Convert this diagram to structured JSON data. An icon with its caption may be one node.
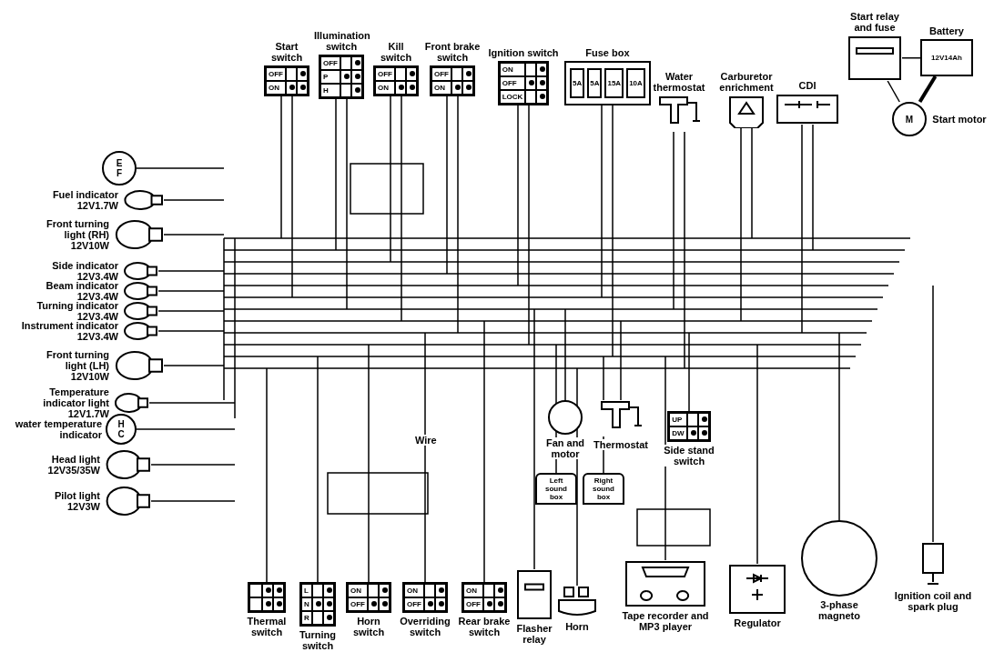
{
  "diagram": {
    "nodes": [
      {
        "text": [
          "Start switch",
          "OFF",
          "ON"
        ]
      },
      {
        "text": [
          "Illumination switch",
          "OFF",
          "P",
          "H"
        ]
      },
      {
        "text": [
          "Kill switch",
          "OFF",
          "ON"
        ]
      },
      {
        "text": [
          "Front brake switch",
          "OFF",
          "ON"
        ]
      },
      {
        "text": [
          "Ignition switch",
          "ON",
          "OFF",
          "LOCK"
        ]
      },
      {
        "text": [
          "Fuse box",
          "5A",
          "5A",
          "15A",
          "10A"
        ]
      },
      {
        "text": [
          "Water thermostat"
        ]
      },
      {
        "text": [
          "Carburetor enrichment"
        ]
      },
      {
        "text": [
          "CDI"
        ]
      },
      {
        "text": [
          "Start relay and fuse"
        ]
      },
      {
        "text": [
          "Battery",
          "12V14Ah"
        ]
      },
      {
        "text": [
          "M",
          "Start motor"
        ]
      },
      {
        "text": [
          "E",
          "F"
        ]
      },
      {
        "text": [
          "Fuel indicator 12V1.7W"
        ]
      },
      {
        "text": [
          "Front turning light (RH) 12V10W"
        ]
      },
      {
        "text": [
          "Side indicator 12V3.4W"
        ]
      },
      {
        "text": [
          "Beam indicator 12V3.4W"
        ]
      },
      {
        "text": [
          "Turning indicator 12V3.4W"
        ]
      },
      {
        "text": [
          "Instrument indicator 12V3.4W"
        ]
      },
      {
        "text": [
          "Front turning light (LH) 12V10W"
        ]
      },
      {
        "text": [
          "Temperature indicator light 12V1.7W"
        ]
      },
      {
        "text": [
          "water temperature indicator",
          "H",
          "C"
        ]
      },
      {
        "text": [
          "Head light 12V35/35W"
        ]
      },
      {
        "text": [
          "Pilot light 12V3W"
        ]
      },
      {
        "text": [
          "Fan and motor"
        ]
      },
      {
        "text": [
          "Thermostat"
        ]
      },
      {
        "text": [
          "UP",
          "DW",
          "Side stand switch"
        ]
      },
      {
        "text": [
          "Left sound box"
        ]
      },
      {
        "text": [
          "Right sound box"
        ]
      },
      {
        "text": [
          "Thermal switch"
        ]
      },
      {
        "text": [
          "L",
          "N",
          "R",
          "Turning switch"
        ]
      },
      {
        "text": [
          "ON",
          "OFF",
          "Horn switch"
        ]
      },
      {
        "text": [
          "ON",
          "OFF",
          "Overriding switch"
        ]
      },
      {
        "text": [
          "ON",
          "OFF",
          "Rear brake switch"
        ]
      },
      {
        "text": [
          "Flasher relay"
        ]
      },
      {
        "text": [
          "Horn"
        ]
      },
      {
        "text": [
          "Tape recorder and MP3 player"
        ]
      },
      {
        "text": [
          "Regulator"
        ]
      },
      {
        "text": [
          "3-phase magneto"
        ]
      },
      {
        "text": [
          "Ignition coil and spark plug"
        ]
      }
    ],
    "edges": [
      {
        "from": 10,
        "to": 11,
        "arrow": "none",
        "style": "thick"
      },
      {
        "from": 9,
        "to": 10,
        "arrow": "none"
      },
      {
        "from": 9,
        "to": 11,
        "arrow": "none"
      }
    ],
    "labels": [
      "Wire"
    ]
  }
}
